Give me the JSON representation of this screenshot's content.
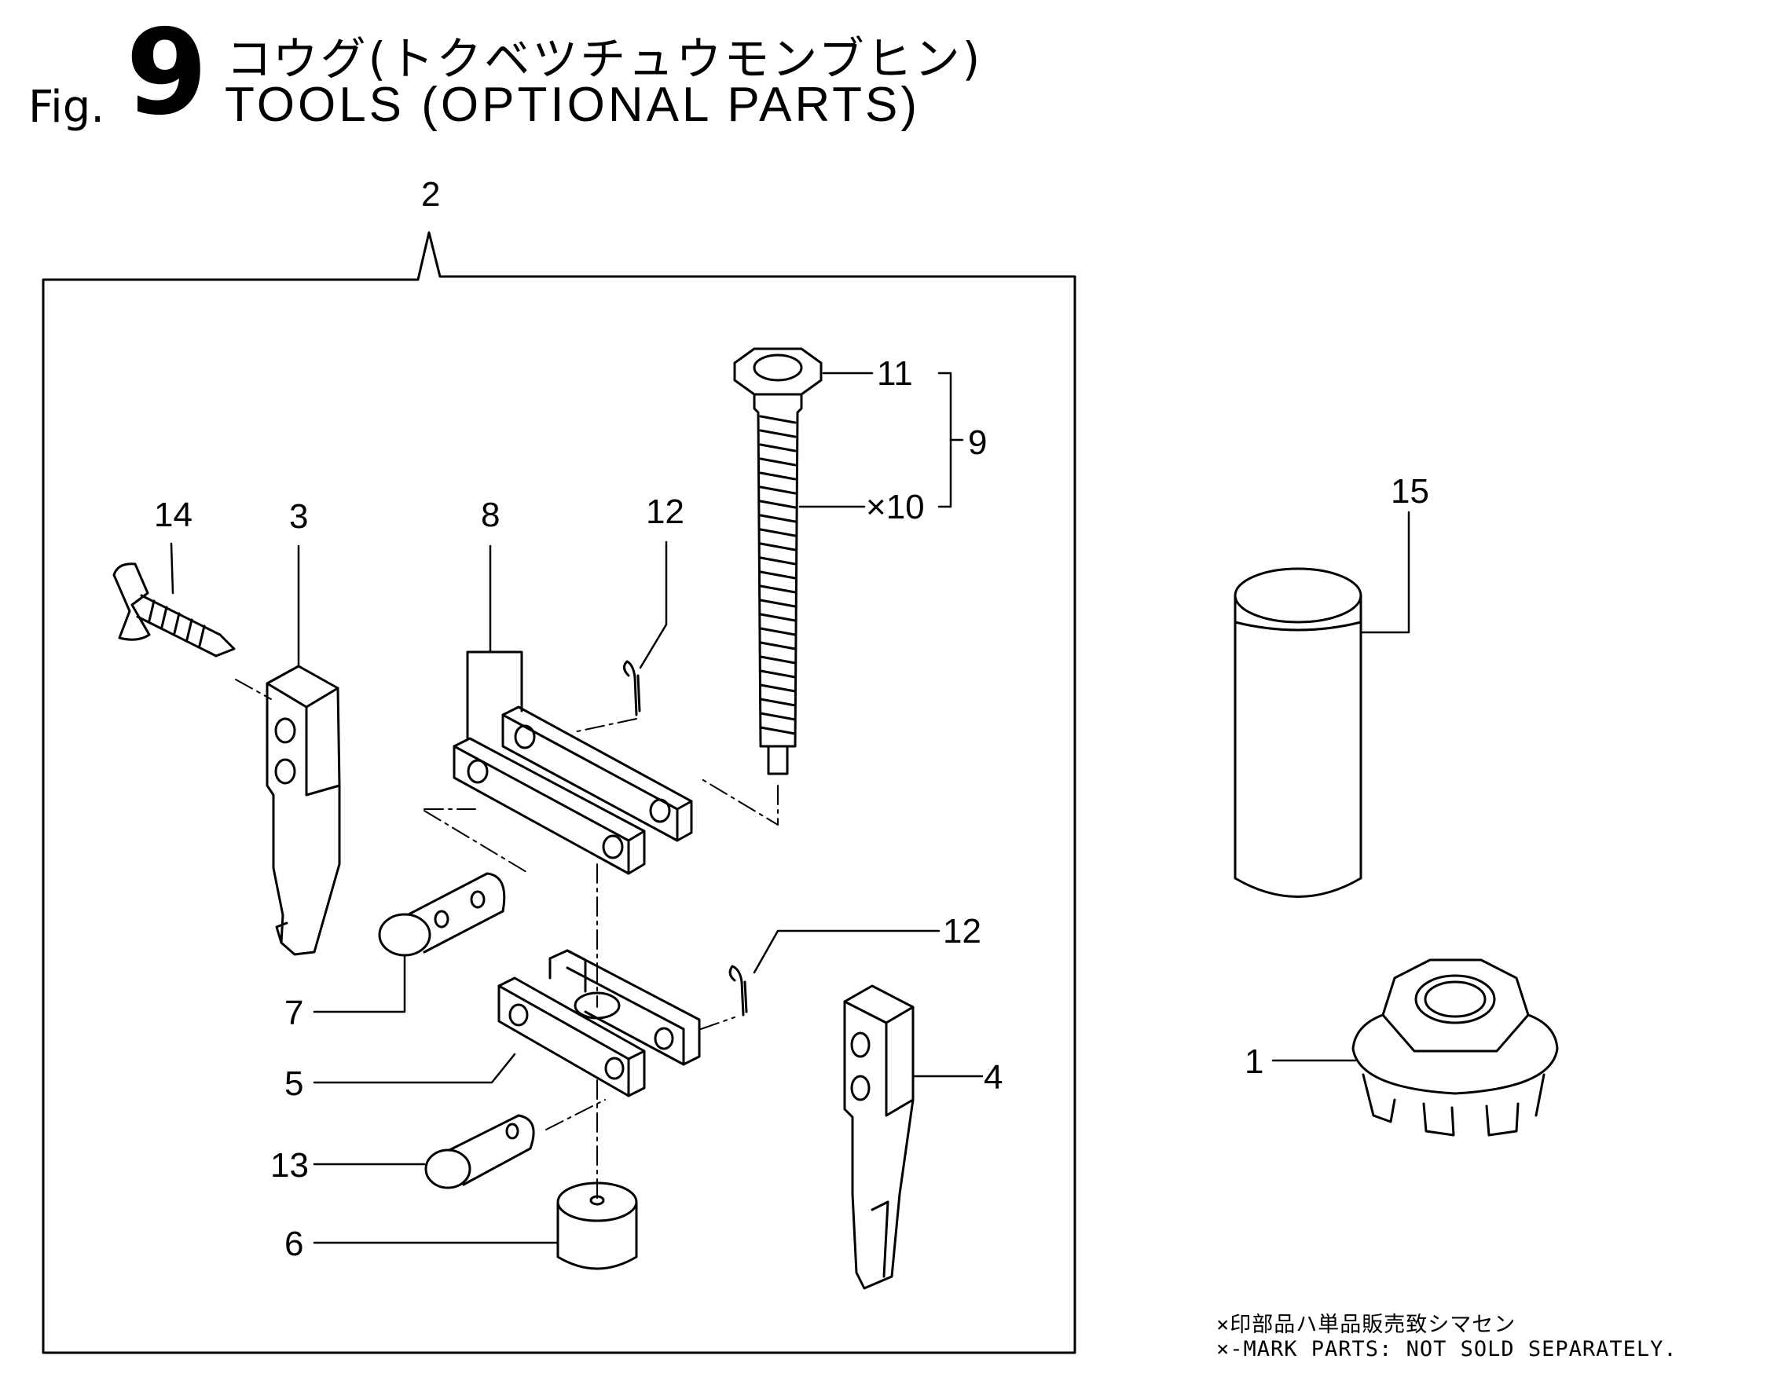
{
  "header": {
    "fig_label": "Fig.",
    "fig_number": "9",
    "title_ja": "コウグ(トクベツチュウモンブヒン)",
    "title_en": "TOOLS (OPTIONAL PARTS)"
  },
  "callouts": {
    "p1": "1",
    "p2": "2",
    "p3": "3",
    "p4": "4",
    "p5": "5",
    "p6": "6",
    "p7": "7",
    "p8": "8",
    "p9": "9",
    "p10": "×10",
    "p11": "11",
    "p12a": "12",
    "p12b": "12",
    "p13": "13",
    "p14": "14",
    "p15": "15"
  },
  "notes": {
    "ja": "×印部品ハ単品販売致シマセン",
    "en": "×-MARK PARTS: NOT SOLD SEPARATELY."
  }
}
